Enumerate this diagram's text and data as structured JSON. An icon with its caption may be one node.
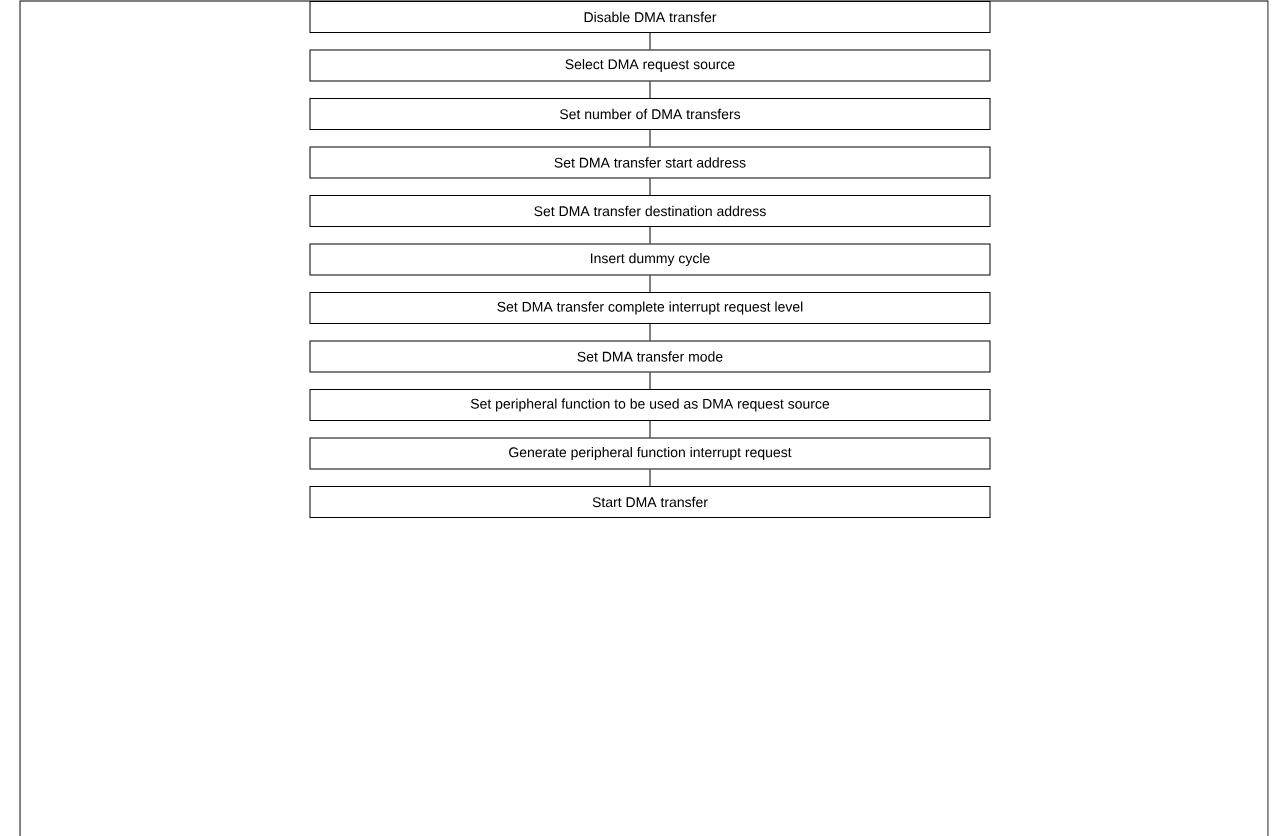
{
  "diagram": {
    "nodes": [
      {
        "text": [
          "Disable DMA transfer"
        ]
      },
      {
        "text": [
          "Select DMA request source"
        ]
      },
      {
        "text": [
          "Set number of DMA transfers"
        ]
      },
      {
        "text": [
          "Set DMA transfer start address"
        ]
      },
      {
        "text": [
          "Set DMA transfer destination address"
        ]
      },
      {
        "text": [
          "Insert dummy cycle"
        ]
      },
      {
        "text": [
          "Set DMA transfer complete interrupt request level"
        ]
      },
      {
        "text": [
          "Set DMA transfer mode"
        ]
      },
      {
        "text": [
          "Set peripheral function to be used as DMA request source"
        ]
      },
      {
        "text": [
          "Generate peripheral function interrupt request"
        ]
      },
      {
        "text": [
          "Start DMA transfer"
        ]
      }
    ],
    "edges": [
      {
        "from": 0,
        "to": 1,
        "arrow": "none"
      },
      {
        "from": 1,
        "to": 2,
        "arrow": "none"
      },
      {
        "from": 2,
        "to": 3,
        "arrow": "none"
      },
      {
        "from": 3,
        "to": 4,
        "arrow": "none"
      },
      {
        "from": 4,
        "to": 5,
        "arrow": "none"
      },
      {
        "from": 5,
        "to": 6,
        "arrow": "none"
      },
      {
        "from": 6,
        "to": 7,
        "arrow": "none"
      },
      {
        "from": 7,
        "to": 8,
        "arrow": "none"
      },
      {
        "from": 8,
        "to": 9,
        "arrow": "none"
      },
      {
        "from": 9,
        "to": 10,
        "arrow": "none"
      }
    ]
  }
}
